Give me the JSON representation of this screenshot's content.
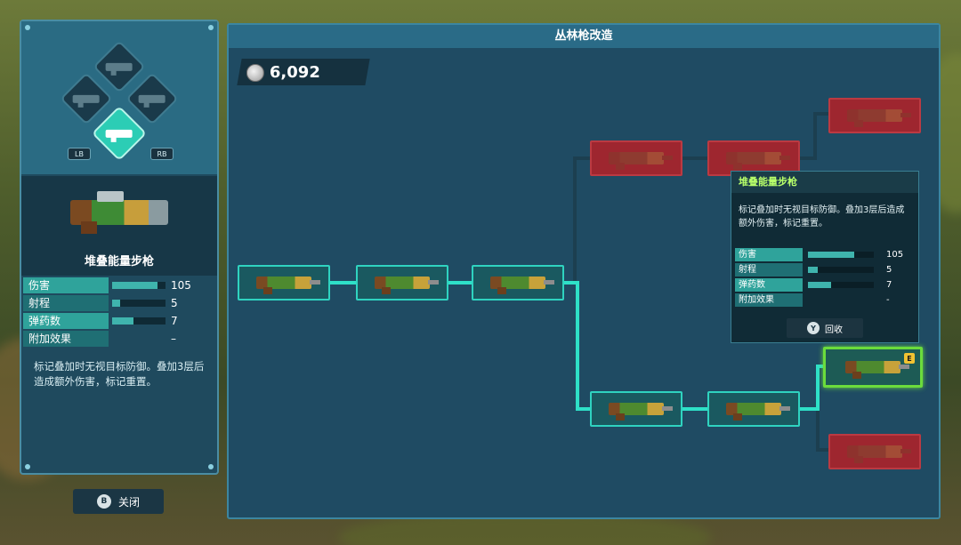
{
  "header": {
    "title": "丛林枪改造"
  },
  "currency": {
    "value": "6,092",
    "icon": "silver-coin-icon"
  },
  "left_panel": {
    "bumpers": {
      "left": "LB",
      "right": "RB"
    },
    "weapon_name": "堆叠能量步枪",
    "stats": [
      {
        "label": "伤害",
        "value": "105",
        "fill": 0.85
      },
      {
        "label": "射程",
        "value": "5",
        "fill": 0.15
      },
      {
        "label": "弹药数",
        "value": "7",
        "fill": 0.4
      },
      {
        "label": "附加效果",
        "value": "–"
      }
    ],
    "description": "标记叠加时无视目标防御。叠加3层后造成额外伤害，标记重置。"
  },
  "close_button": {
    "glyph": "B",
    "label": "关闭"
  },
  "tooltip": {
    "title": "堆叠能量步枪",
    "description": "标记叠加时无视目标防御。叠加3层后造成额外伤害，标记重置。",
    "stats": [
      {
        "label": "伤害",
        "value": "105",
        "fill": 0.7
      },
      {
        "label": "射程",
        "value": "5",
        "fill": 0.15
      },
      {
        "label": "弹药数",
        "value": "7",
        "fill": 0.35
      },
      {
        "label": "附加效果",
        "value": "-"
      }
    ],
    "recycle": {
      "glyph": "Y",
      "label": "回收"
    }
  },
  "selected_node_badge": "E",
  "colors": {
    "accent": "#2ee0c8",
    "locked": "#a5252d",
    "selected": "#6bdc3c",
    "panel": "#1f4b63"
  }
}
